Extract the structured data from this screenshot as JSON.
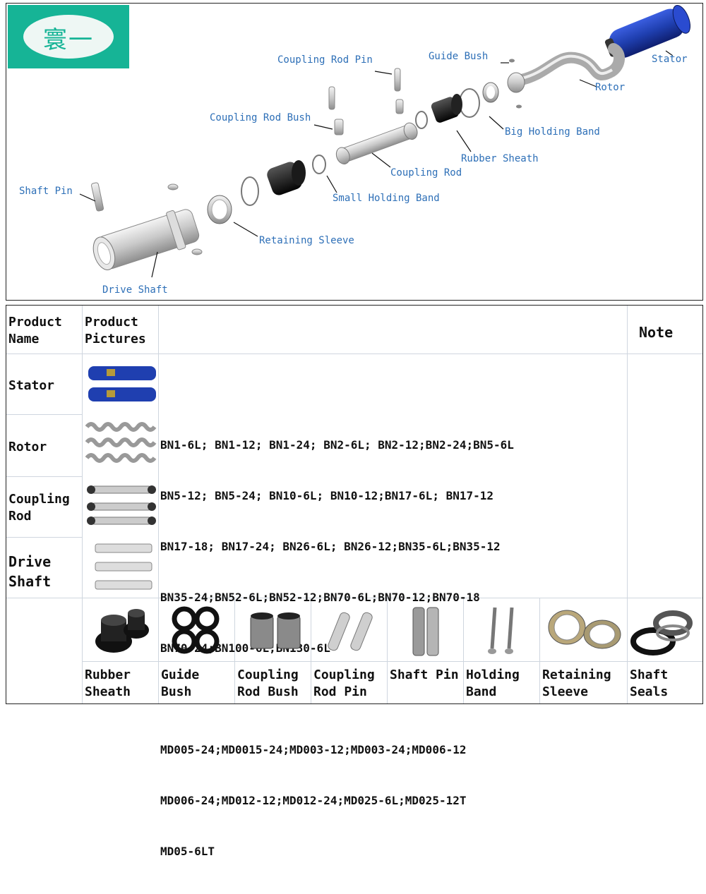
{
  "logo": {
    "text": "寰一"
  },
  "diagram": {
    "labels": {
      "coupling_rod_pin": "Coupling Rod Pin",
      "guide_bush": "Guide Bush",
      "stator": "Stator",
      "rotor": "Rotor",
      "coupling_rod_bush": "Coupling Rod Bush",
      "big_holding_band": "Big Holding Band",
      "rubber_sheath": "Rubber Sheath",
      "coupling_rod": "Coupling Rod",
      "shaft_pin": "Shaft Pin",
      "small_holding_band": "Small Holding Band",
      "retaining_sleeve": "Retaining Sleeve",
      "drive_shaft": "Drive Shaft"
    },
    "label_color": "#2d6fb7",
    "stator_color": "#1f3fb0"
  },
  "table": {
    "headers": {
      "product_name": "Product Name",
      "product_pictures": "Product Pictures",
      "note": "Note"
    },
    "rows": [
      {
        "name": "Stator"
      },
      {
        "name": "Rotor"
      },
      {
        "name": "Coupling Rod"
      },
      {
        "name": "Drive Shaft"
      }
    ],
    "models": [
      "BN1-6L; BN1-12; BN1-24; BN2-6L; BN2-12;BN2-24;BN5-6L",
      "BN5-12; BN5-24; BN10-6L; BN10-12;BN17-6L; BN17-12",
      "BN17-18; BN17-24; BN26-6L; BN26-12;BN35-6L;BN35-12",
      "BN35-24;BN52-6L;BN52-12;BN70-6L;BN70-12;BN70-18",
      "BN70-24;BN100-6L;BN130-6L",
      "",
      "MD005-24;MD0015-24;MD003-12;MD003-24;MD006-12",
      "MD006-24;MD012-12;MD012-24;MD025-6L;MD025-12T",
      "MD05-6LT"
    ],
    "accessories": [
      {
        "label": "Rubber Sheath",
        "icon": "rubber-sheath"
      },
      {
        "label": "Guide Bush",
        "icon": "guide-bush"
      },
      {
        "label": "Coupling Rod Bush",
        "icon": "coupling-rod-bush"
      },
      {
        "label": "Coupling Rod Pin",
        "icon": "coupling-rod-pin"
      },
      {
        "label": "Shaft Pin",
        "icon": "shaft-pin"
      },
      {
        "label": "Holding Band",
        "icon": "holding-band"
      },
      {
        "label": "Retaining Sleeve",
        "icon": "retaining-sleeve"
      },
      {
        "label": "Shaft Seals",
        "icon": "shaft-seals"
      }
    ]
  }
}
